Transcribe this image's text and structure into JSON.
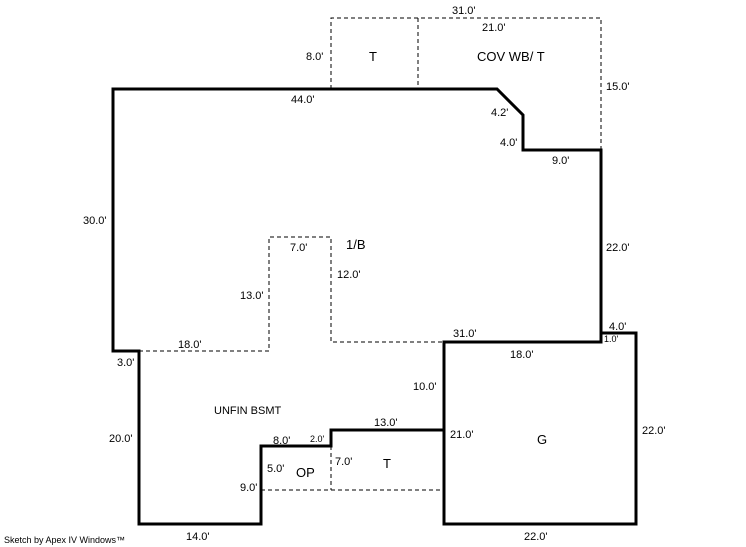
{
  "dimensions": {
    "top_31": "31.0'",
    "top_21": "21.0'",
    "t_8": "8.0'",
    "right_15": "15.0'",
    "main_44": "44.0'",
    "diag_4_2": "4.2'",
    "step_4": "4.0'",
    "step_9": "9.0'",
    "left_30": "30.0'",
    "right_22": "22.0'",
    "inner_7": "7.0'",
    "inner_12": "12.0'",
    "inner_13": "13.0'",
    "inner_18": "18.0'",
    "g_31": "31.0'",
    "g_4": "4.0'",
    "g_1": "1.0'",
    "g_18": "18.0'",
    "left_3": "3.0'",
    "mid_10": "10.0'",
    "left_20": "20.0'",
    "t_13": "13.0'",
    "g_21": "21.0'",
    "g_right_22": "22.0'",
    "op_8": "8.0'",
    "op_2": "2.0'",
    "op_5": "5.0'",
    "t_7": "7.0'",
    "op_9": "9.0'",
    "bottom_14": "14.0'",
    "g_bottom_22": "22.0'"
  },
  "areas": {
    "t_top": "T",
    "cov_wb_t": "COV WB/ T",
    "first_floor": "1/B",
    "unfin_bsmt": "UNFIN BSMT",
    "garage": "G",
    "op": "OP",
    "t_bottom": "T"
  },
  "credit": "Sketch by Apex IV Windows™"
}
